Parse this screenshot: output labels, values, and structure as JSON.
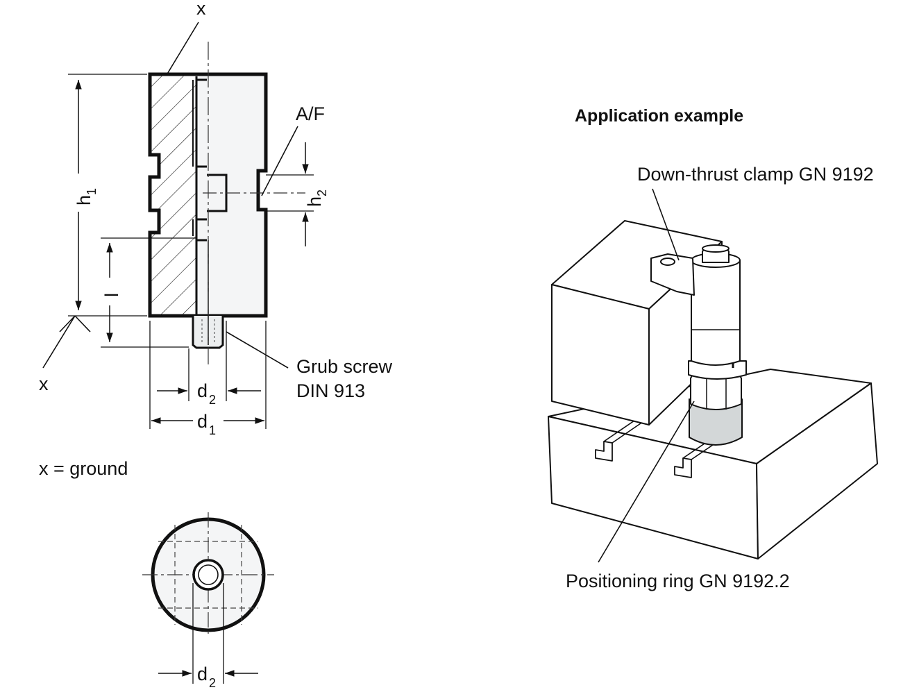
{
  "technical_drawing": {
    "side_view": {
      "marker_top": "x",
      "marker_left": "x",
      "dim_h1": "h",
      "dim_h1_sub": "1",
      "dim_h2": "h",
      "dim_h2_sub": "2",
      "dim_l": "l",
      "dim_af": "A/F",
      "dim_d1": "d",
      "dim_d1_sub": "1",
      "dim_d2": "d",
      "dim_d2_sub": "2",
      "grub_screw_line1": "Grub screw",
      "grub_screw_line2": "DIN 913"
    },
    "legend": "x = ground",
    "top_view": {
      "dim_d2": "d",
      "dim_d2_sub": "2"
    }
  },
  "application": {
    "heading": "Application example",
    "callout_clamp": "Down-thrust clamp GN 9192",
    "callout_ring": "Positioning ring GN 9192.2",
    "ring_color": "#d3d7d8"
  }
}
